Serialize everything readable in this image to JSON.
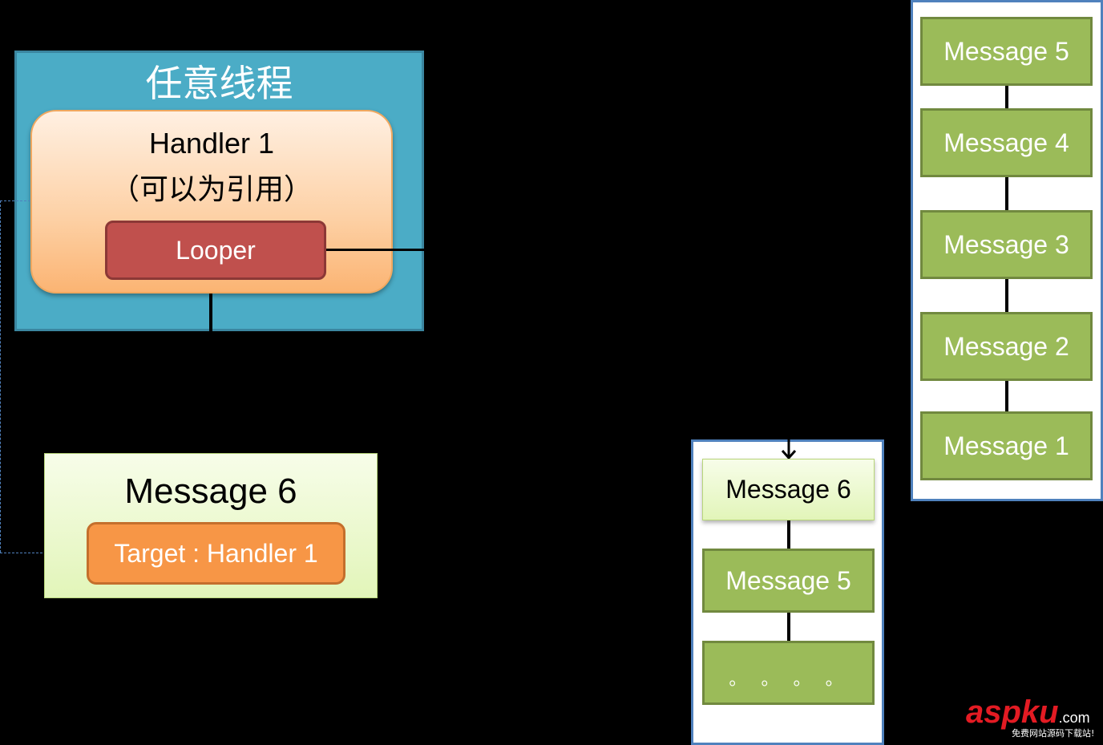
{
  "thread": {
    "title": "任意线程"
  },
  "handler": {
    "title": "Handler 1",
    "subtitle": "（可以为引用）"
  },
  "looper": {
    "label": "Looper"
  },
  "message6": {
    "title": "Message 6",
    "target": "Target : Handler 1"
  },
  "queue": {
    "items": [
      "Message 5",
      "Message 4",
      "Message 3",
      "Message 2",
      "Message 1"
    ]
  },
  "small_queue": {
    "items": [
      "Message 6",
      "Message 5",
      "。 。 。 。"
    ]
  },
  "watermark": {
    "brand": "aspku",
    "suffix": ".com",
    "tagline": "免费网站源码下载站!"
  },
  "colors": {
    "thread_bg": "#4bacc6",
    "looper": "#c0504d",
    "target": "#f79646",
    "message_green": "#9bbb59",
    "panel_border": "#4f81bd"
  }
}
